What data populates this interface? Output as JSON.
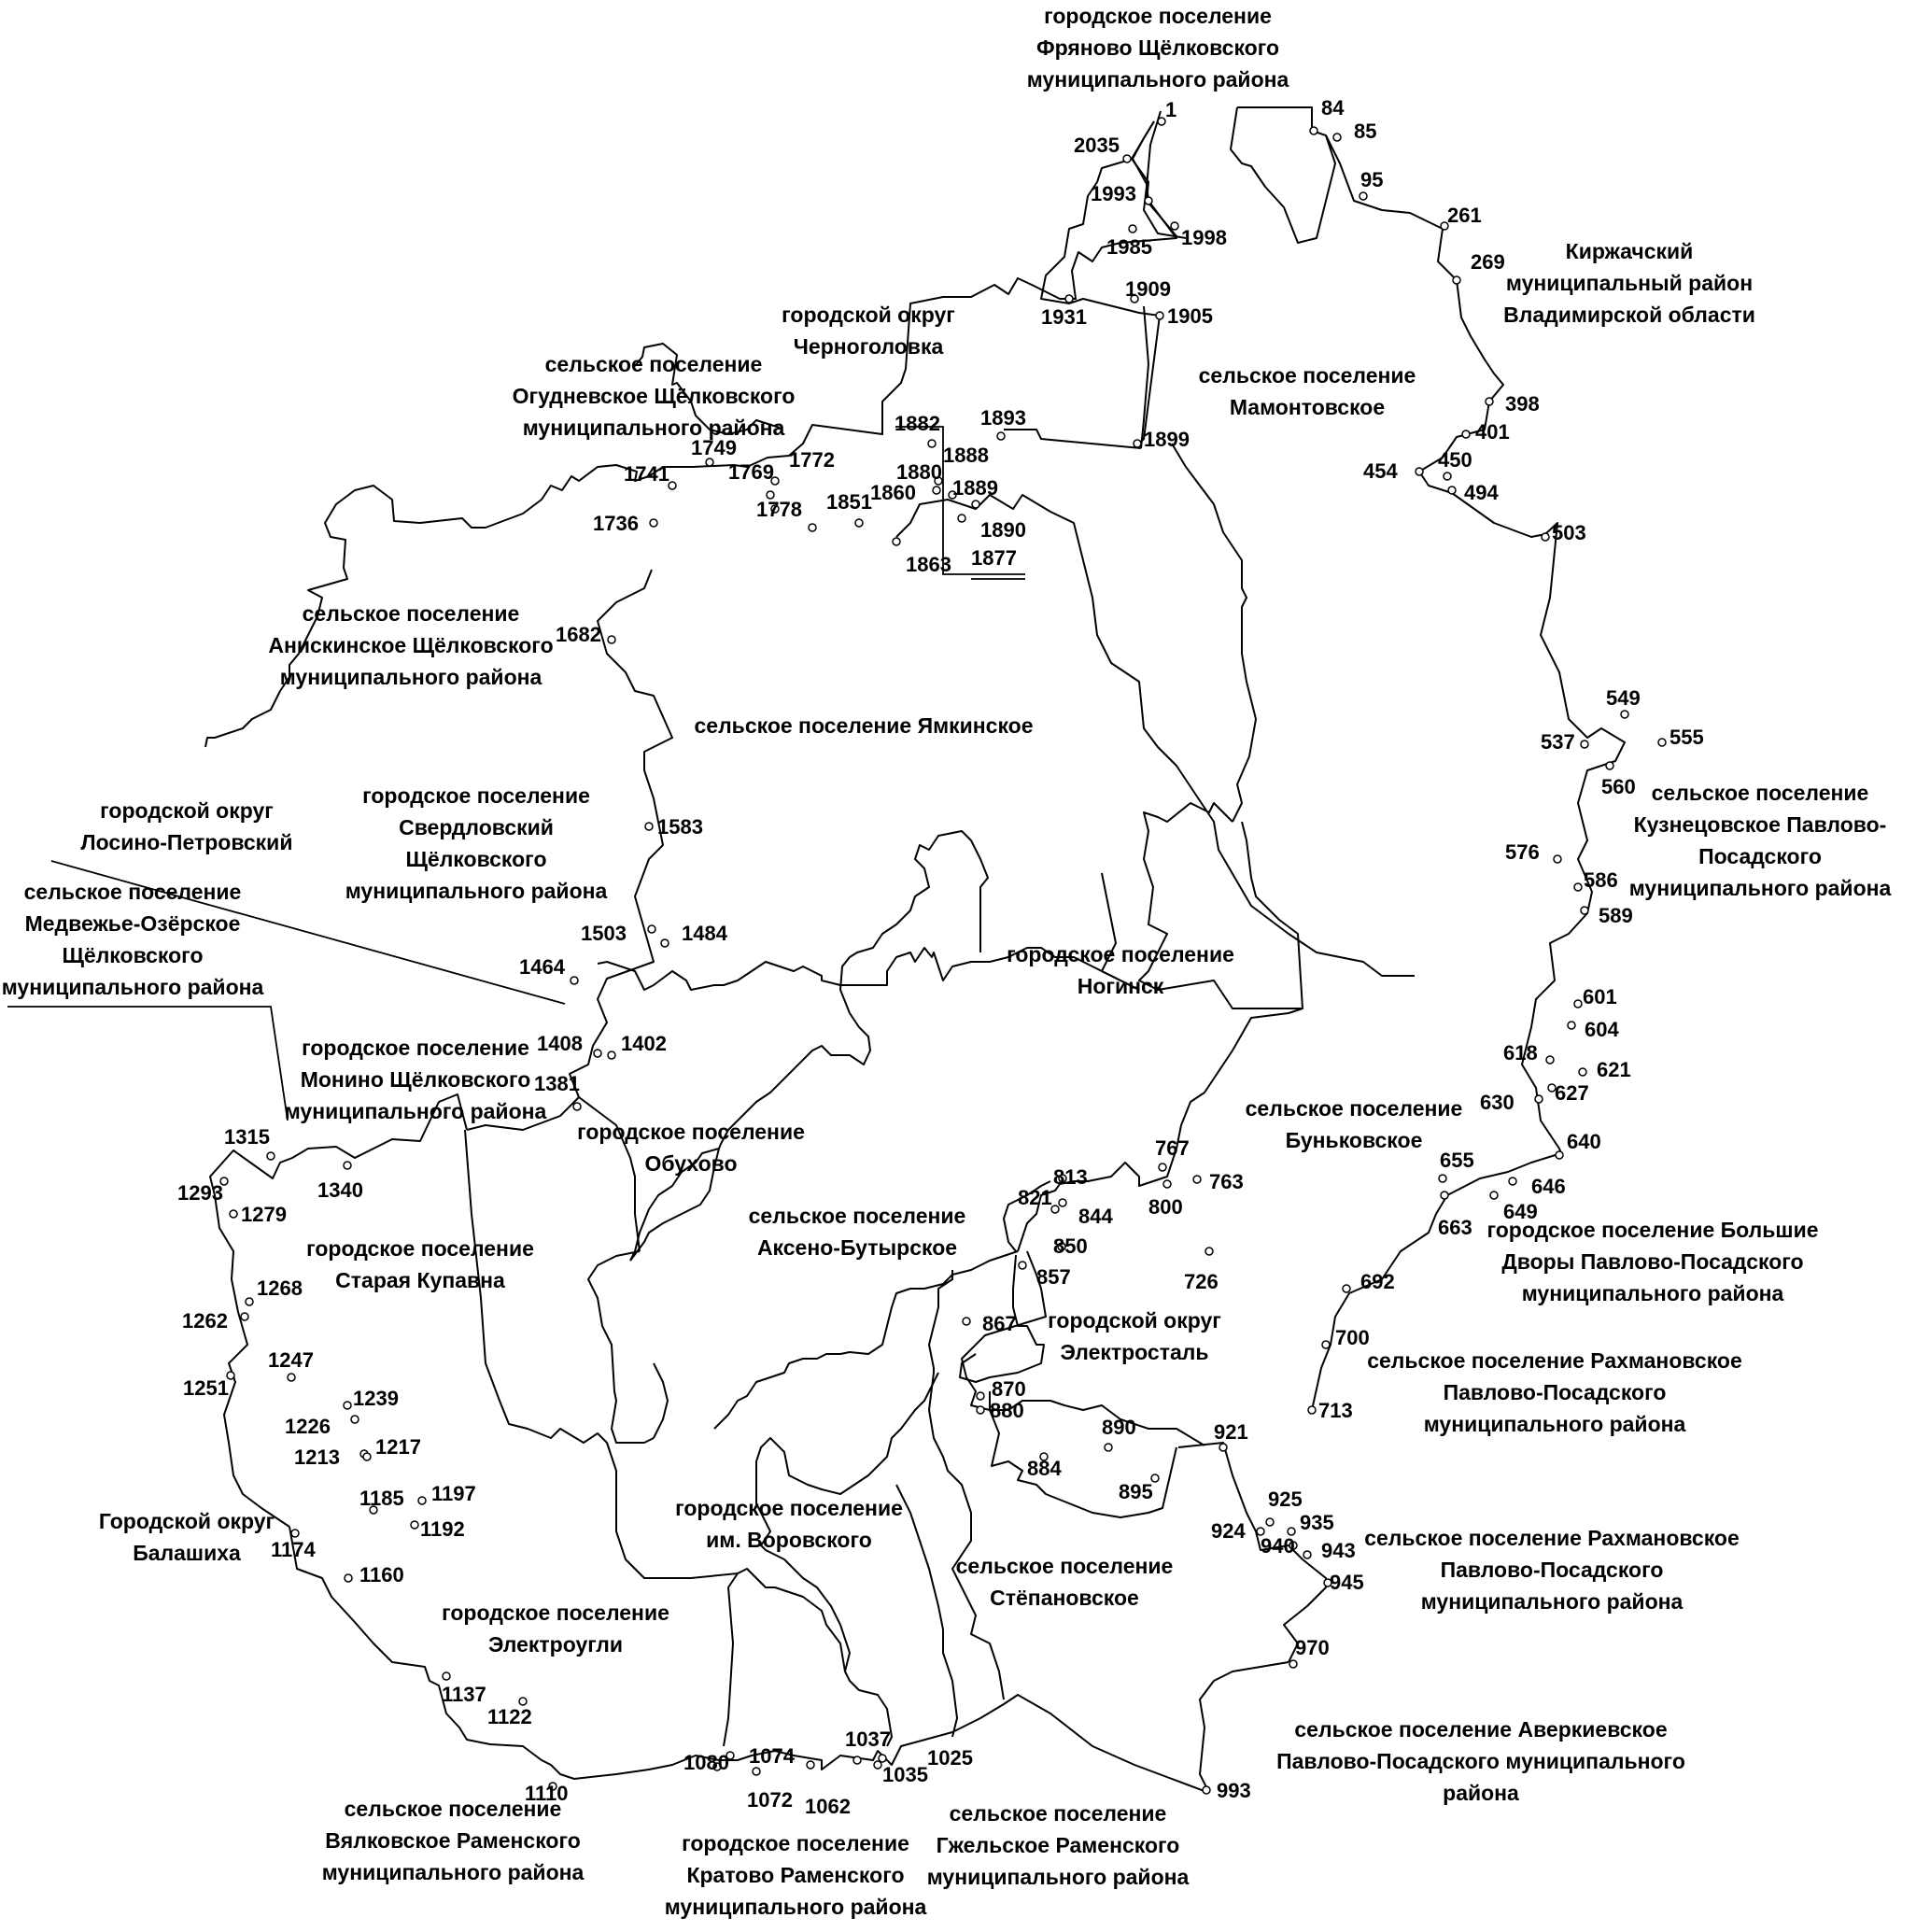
{
  "regions": [
    {
      "id": "fryanovo",
      "lines": [
        "городское поселение",
        "Фряново Щёлковского",
        "муниципального района"
      ]
    },
    {
      "id": "kirzhach",
      "lines": [
        "Киржачский",
        "муниципальный район",
        "Владимирской области"
      ]
    },
    {
      "id": "chernogolovka",
      "lines": [
        "городской округ",
        "Черноголовка"
      ]
    },
    {
      "id": "ogudnevskoe",
      "lines": [
        "сельское поселение",
        "Огудневское Щёлковского",
        "муниципального района"
      ]
    },
    {
      "id": "mamontovskoe",
      "lines": [
        "сельское поселение",
        "Мамонтовское"
      ]
    },
    {
      "id": "aniskinskoe",
      "lines": [
        "сельское поселение",
        "Анискинское Щёлковского",
        "муниципального района"
      ]
    },
    {
      "id": "yamkinskoe",
      "lines": [
        "сельское поселение Ямкинское"
      ]
    },
    {
      "id": "sverdlovsky",
      "lines": [
        "городское поселение",
        "Свердловский",
        "Щёлковского",
        "муниципального района"
      ]
    },
    {
      "id": "losino",
      "lines": [
        "городской округ",
        "Лосино-Петровский"
      ]
    },
    {
      "id": "kuznetsovskoe",
      "lines": [
        "сельское поселение",
        "Кузнецовское Павлово-",
        "Посадского",
        "муниципального района"
      ]
    },
    {
      "id": "medvezhie",
      "lines": [
        "сельское поселение",
        "Медвежье-Озёрское",
        "Щёлковского",
        "муниципального района"
      ]
    },
    {
      "id": "noginsk",
      "lines": [
        "городское поселение",
        "Ногинск"
      ]
    },
    {
      "id": "monino",
      "lines": [
        "городское поселение",
        "Монино Щёлковского",
        "муниципального района"
      ]
    },
    {
      "id": "bunkovskoe",
      "lines": [
        "сельское поселение",
        "Буньковское"
      ]
    },
    {
      "id": "obukhovo",
      "lines": [
        "городское поселение",
        "Обухово"
      ]
    },
    {
      "id": "aksenobutyrskoe",
      "lines": [
        "сельское поселение",
        "Аксено-Бутырское"
      ]
    },
    {
      "id": "bolshiedvory",
      "lines": [
        "городское поселение Большие",
        "Дворы Павлово-Посадского",
        "муниципального района"
      ]
    },
    {
      "id": "starayakupavna",
      "lines": [
        "городское поселение",
        "Старая Купавна"
      ]
    },
    {
      "id": "elektrostal",
      "lines": [
        "городской округ",
        "Электросталь"
      ]
    },
    {
      "id": "rakhmanovskoe1",
      "lines": [
        "сельское поселение Рахмановское",
        "Павлово-Посадского",
        "муниципального района"
      ]
    },
    {
      "id": "balashikha",
      "lines": [
        "Городской округ",
        "Балашиха"
      ]
    },
    {
      "id": "vorovskogo",
      "lines": [
        "городское поселение",
        "им. Воровского"
      ]
    },
    {
      "id": "stepanovskoe",
      "lines": [
        "сельское поселение",
        "Стёпановское"
      ]
    },
    {
      "id": "rakhmanovskoe2",
      "lines": [
        "сельское поселение Рахмановское",
        "Павлово-Посадского",
        "муниципального района"
      ]
    },
    {
      "id": "elektrougli",
      "lines": [
        "городское поселение",
        "Электроугли"
      ]
    },
    {
      "id": "averkievskoe",
      "lines": [
        "сельское поселение Аверкиевское",
        "Павлово-Посадского муниципального",
        "района"
      ]
    },
    {
      "id": "vyalkovskoe",
      "lines": [
        "сельское поселение",
        "Вялковское Раменского",
        "муниципального района"
      ]
    },
    {
      "id": "kratovo",
      "lines": [
        "городское поселение",
        "Кратово Раменского",
        "муниципального района"
      ]
    },
    {
      "id": "gzhelskoe",
      "lines": [
        "сельское поселение",
        "Гжельское Раменского",
        "муниципального района"
      ]
    }
  ],
  "points": [
    "1",
    "2035",
    "1993",
    "1985",
    "1998",
    "84",
    "85",
    "95",
    "261",
    "269",
    "1909",
    "1931",
    "1905",
    "1893",
    "1882",
    "1888",
    "1880",
    "1889",
    "1890",
    "1877",
    "1899",
    "1749",
    "1772",
    "1741",
    "1769",
    "1778",
    "1851",
    "1860",
    "1863",
    "1736",
    "398",
    "401",
    "454",
    "450",
    "494",
    "503",
    "1682",
    "549",
    "537",
    "555",
    "560",
    "1583",
    "576",
    "586",
    "589",
    "1503",
    "1484",
    "1464",
    "601",
    "604",
    "1408",
    "1402",
    "618",
    "621",
    "1381",
    "627",
    "630",
    "640",
    "767",
    "1315",
    "813",
    "763",
    "800",
    "821",
    "844",
    "655",
    "646",
    "1293",
    "1340",
    "1279",
    "649",
    "663",
    "850",
    "857",
    "726",
    "1268",
    "692",
    "1262",
    "867",
    "700",
    "1247",
    "1251",
    "870",
    "880",
    "713",
    "1239",
    "1226",
    "890",
    "921",
    "1217",
    "1213",
    "884",
    "895",
    "925",
    "1197",
    "1185",
    "935",
    "924",
    "1192",
    "940",
    "943",
    "1174",
    "945",
    "1160",
    "970",
    "1137",
    "1122",
    "1074",
    "1037",
    "1025",
    "1080",
    "1035",
    "993",
    "1110",
    "1072",
    "1062"
  ]
}
